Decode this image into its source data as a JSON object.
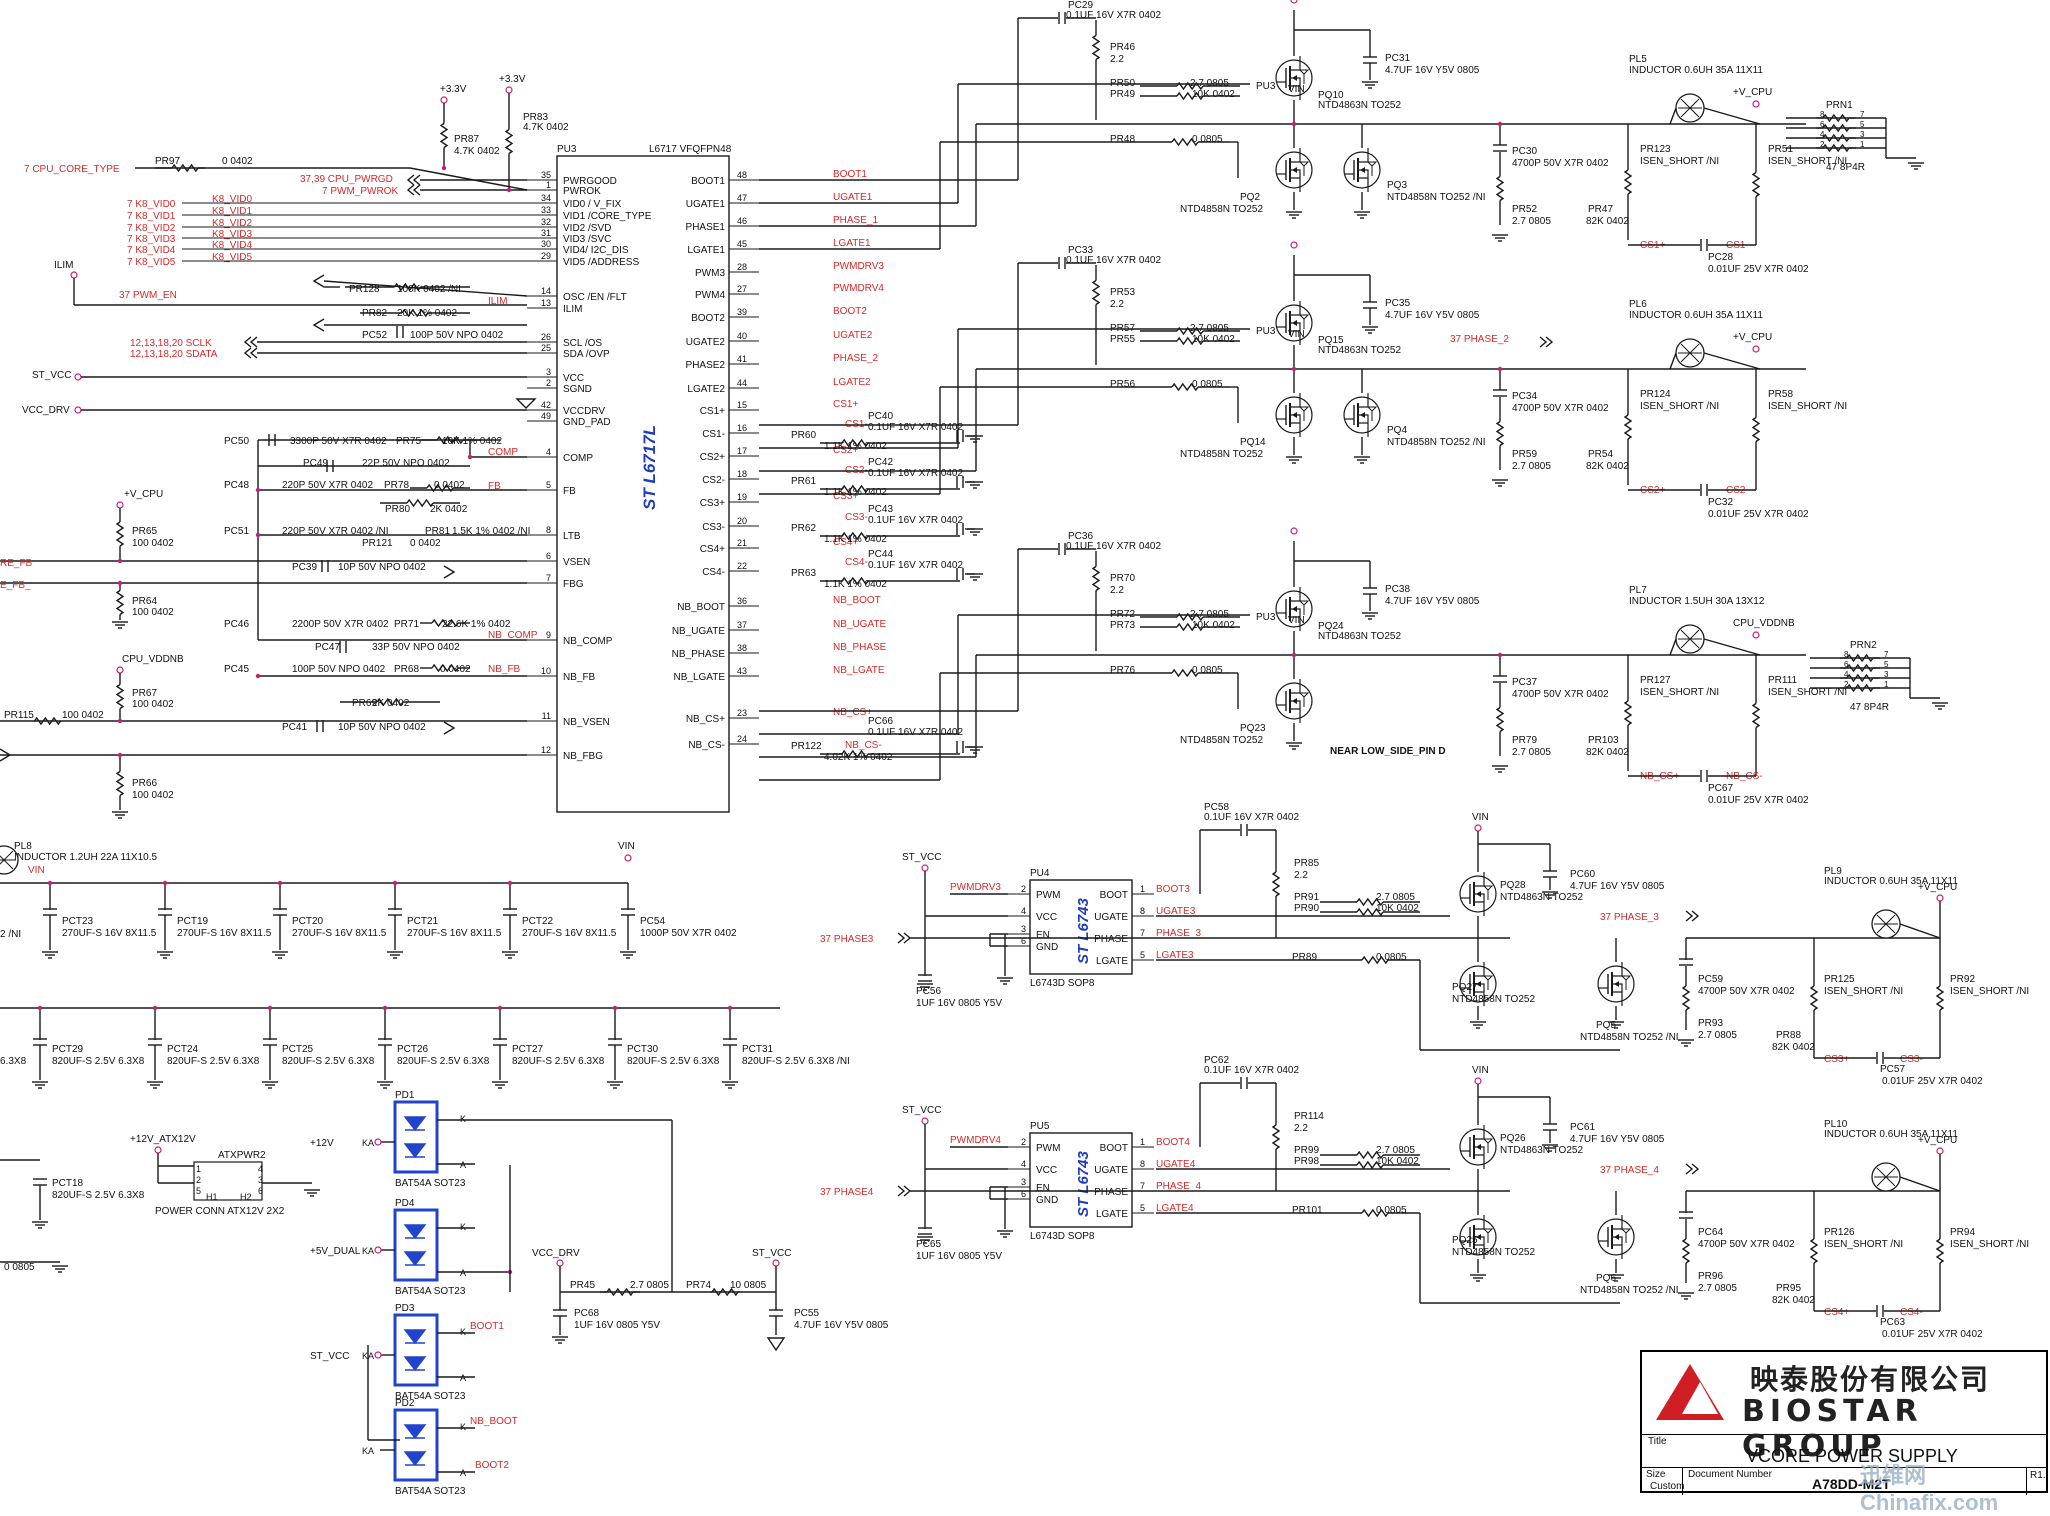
{
  "title_block": {
    "company_cn": "映泰股份有限公司",
    "company_en": "BIOSTAR GROUP",
    "title_label": "Title",
    "title": "VCORE POWER SUPPLY",
    "size_label": "Size",
    "size": "Custom",
    "doc_number_label": "Document Number",
    "doc_number": "A78DD-M2T",
    "rev": "R1.",
    "logo_color": "#d01f24"
  },
  "watermark": "迅维网 Chinafix.com",
  "ic_pu3": {
    "ref": "PU3",
    "part": "L6717 VFQFPN48",
    "brand": "ST L6717L",
    "left_pins": [
      {
        "num": "35",
        "name": "PWRGOOD"
      },
      {
        "num": "1",
        "name": "PWROK"
      },
      {
        "num": "34",
        "name": "VID0 / V_FIX"
      },
      {
        "num": "33",
        "name": "VID1 /CORE_TYPE"
      },
      {
        "num": "32",
        "name": "VID2 /SVD"
      },
      {
        "num": "31",
        "name": "VID3 /SVC"
      },
      {
        "num": "30",
        "name": "VID4/ I2C_DIS"
      },
      {
        "num": "29",
        "name": "VID5 /ADDRESS"
      },
      {
        "num": "14",
        "name": "OSC /EN /FLT"
      },
      {
        "num": "13",
        "name": "ILIM"
      },
      {
        "num": "26",
        "name": "SCL /OS"
      },
      {
        "num": "25",
        "name": "SDA /OVP"
      },
      {
        "num": "3",
        "name": "VCC"
      },
      {
        "num": "2",
        "name": "SGND"
      },
      {
        "num": "42",
        "name": "VCCDRV"
      },
      {
        "num": "49",
        "name": "GND_PAD"
      },
      {
        "num": "4",
        "name": "COMP"
      },
      {
        "num": "5",
        "name": "FB"
      },
      {
        "num": "8",
        "name": "LTB"
      },
      {
        "num": "6",
        "name": "VSEN"
      },
      {
        "num": "7",
        "name": "FBG"
      },
      {
        "num": "9",
        "name": "NB_COMP"
      },
      {
        "num": "10",
        "name": "NB_FB"
      },
      {
        "num": "11",
        "name": "NB_VSEN"
      },
      {
        "num": "12",
        "name": "NB_FBG"
      }
    ],
    "right_pins": [
      {
        "num": "48",
        "name": "BOOT1",
        "net": "BOOT1"
      },
      {
        "num": "47",
        "name": "UGATE1",
        "net": "UGATE1"
      },
      {
        "num": "46",
        "name": "PHASE1",
        "net": "PHASE_1"
      },
      {
        "num": "45",
        "name": "LGATE1",
        "net": "LGATE1"
      },
      {
        "num": "28",
        "name": "PWM3",
        "net": "PWMDRV3"
      },
      {
        "num": "27",
        "name": "PWM4",
        "net": "PWMDRV4"
      },
      {
        "num": "39",
        "name": "BOOT2",
        "net": "BOOT2"
      },
      {
        "num": "40",
        "name": "UGATE2",
        "net": "UGATE2"
      },
      {
        "num": "41",
        "name": "PHASE2",
        "net": "PHASE_2"
      },
      {
        "num": "44",
        "name": "LGATE2",
        "net": "LGATE2"
      },
      {
        "num": "15",
        "name": "CS1+",
        "net": "CS1+"
      },
      {
        "num": "16",
        "name": "CS1-",
        "net": ""
      },
      {
        "num": "17",
        "name": "CS2+",
        "net": "CS2+"
      },
      {
        "num": "18",
        "name": "CS2-",
        "net": ""
      },
      {
        "num": "19",
        "name": "CS3+",
        "net": "CS3+"
      },
      {
        "num": "20",
        "name": "CS3-",
        "net": ""
      },
      {
        "num": "21",
        "name": "CS4+",
        "net": "CS4+"
      },
      {
        "num": "22",
        "name": "CS4-",
        "net": ""
      },
      {
        "num": "36",
        "name": "NB_BOOT",
        "net": "NB_BOOT"
      },
      {
        "num": "37",
        "name": "NB_UGATE",
        "net": "NB_UGATE"
      },
      {
        "num": "38",
        "name": "NB_PHASE",
        "net": "NB_PHASE"
      },
      {
        "num": "43",
        "name": "NB_LGATE",
        "net": "NB_LGATE"
      },
      {
        "num": "23",
        "name": "NB_CS+",
        "net": "NB_CS+"
      },
      {
        "num": "24",
        "name": "NB_CS-",
        "net": ""
      }
    ]
  },
  "left_nets": {
    "cpu_core_type": "7  CPU_CORE_TYPE",
    "pr97": "PR97",
    "pr97_val": "0 0402",
    "pwrgd": "37,39  CPU_PWRGD",
    "pwm_pwrok": "7  PWM_PWROK",
    "vids": [
      "7  K8_VID0",
      "7  K8_VID1",
      "7  K8_VID2",
      "7  K8_VID3",
      "7  K8_VID4",
      "7  K8_VID5"
    ],
    "vid_nets": [
      "K8_VID0",
      "K8_VID1",
      "K8_VID2",
      "K8_VID3",
      "K8_VID4",
      "K8_VID5"
    ],
    "ilim": "ILIM",
    "ilim_net": "ILIM",
    "pwm_en": "37  PWM_EN",
    "sclk": "12,13,18,20  SCLK",
    "sdata": "12,13,18,20  SDATA",
    "st_vcc": "ST_VCC",
    "vcc_drv": "VCC_DRV",
    "p33a": "+3.3V",
    "p33b": "+3.3V",
    "pr87": "PR87",
    "pr87_val": "4.7K 0402",
    "pr83": "PR83",
    "pr83_val": "4.7K 0402",
    "pr128": "PR128",
    "pr128_val": "100K 0402 /NI",
    "pr82": "PR82",
    "pr82_val": "20K 1% 0402",
    "pc52": "PC52",
    "pc52_val": "100P 50V NPO 0402",
    "vcpu": "+V_CPU",
    "cpu_vddnb": "CPU_VDDNB",
    "re_fb": "RE_FB",
    "re_fb2": "E_FB_",
    "pr65": "PR65",
    "pr65_val": "100 0402",
    "pr64": "PR64",
    "pr64_val": "100 0402",
    "pr67": "PR67",
    "pr67_val": "100 0402",
    "pr66": "PR66",
    "pr66_val": "100 0402",
    "pr115": "PR115",
    "pr115_val": "100 0402"
  },
  "comp_network": {
    "pc50": "PC50",
    "pc50_val": "3300P 50V X7R 0402",
    "pr75": "PR75",
    "pr75_val": "10K 1% 0402",
    "comp": "COMP",
    "pc49": "PC49",
    "pc49_val": "22P 50V NPO 0402",
    "pc48": "PC48",
    "pc48_val": "220P 50V X7R 0402",
    "pr78": "PR78",
    "pr78_val": "0 0402",
    "fb": "FB",
    "pr80": "PR80",
    "pr80_val": "2K 0402",
    "pc51": "PC51",
    "pc51_val": "220P 50V X7R 0402 /NI",
    "pr81": "PR81",
    "pr81_val": "1.5K 1% 0402 /NI",
    "pr121": "PR121",
    "pr121_val": "0 0402",
    "pc39": "PC39",
    "pc39_val": "10P 50V NPO 0402",
    "pc46": "PC46",
    "pc46_val": "2200P 50V X7R 0402",
    "pr71": "PR71",
    "pr71_val": "22.6K 1% 0402",
    "nb_comp": "NB_COMP",
    "pc47": "PC47",
    "pc47_val": "33P 50V NPO 0402",
    "pc45": "PC45",
    "pc45_val": "100P 50V NPO 0402",
    "pr68": "PR68",
    "pr68_val": "0 0402",
    "nb_fb": "NB_FB",
    "pr69": "PR69",
    "pr69_val": "2K 0402",
    "pc41": "PC41",
    "pc41_val": "10P 50V NPO 0402"
  },
  "cs_network": [
    {
      "pr": "PR60",
      "pr_val": "1.1K 1% 0402",
      "pc": "PC40",
      "pc_val": "0.1UF 16V X7R 0402",
      "net": "CS1-"
    },
    {
      "pr": "PR61",
      "pr_val": "1.1K 1% 0402",
      "pc": "PC42",
      "pc_val": "0.1UF 16V X7R 0402",
      "net": "CS2-"
    },
    {
      "pr": "PR62",
      "pr_val": "1.1K 1% 0402",
      "pc": "PC43",
      "pc_val": "0.1UF 16V X7R 0402",
      "net": "CS3-"
    },
    {
      "pr": "PR63",
      "pr_val": "1.1K 1% 0402",
      "pc": "PC44",
      "pc_val": "0.1UF 16V X7R 0402",
      "net": "CS4-"
    },
    {
      "pr": "PR122",
      "pr_val": "4.02K 1% 0402",
      "pc": "PC66",
      "pc_val": "0.1UF 16V X7R 0402",
      "net": "NB_CS-"
    }
  ],
  "phases": [
    {
      "boot_cap": "PC29",
      "boot_cap_val": "0.1UF 16V X7R 0402",
      "boot_res": "PR46",
      "boot_res_val": "2.2",
      "gate_res_a": "PR50",
      "gate_res_a_val": "2.7 0805",
      "gate_res_b": "PR49",
      "gate_res_b_val": "10K 0402",
      "low_res": "PR48",
      "low_res_val": "0 0805",
      "vin": "VIN",
      "hs": "PQ10",
      "hs_val": "NTD4863N TO252",
      "ls_a": "PQ2",
      "ls_a_val": "NTD4858N TO252",
      "ls_b": "PQ3",
      "ls_b_val": "NTD4858N TO252 /NI",
      "vin_cap": "PC31",
      "vin_cap_val": "4.7UF 16V Y5V 0805",
      "snub_cap": "PC30",
      "snub_cap_val": "4700P 50V X7R 0402",
      "snub_res": "PR52",
      "snub_res_val": "2.7 0805",
      "inductor": "PL5",
      "inductor_val": "INDUCTOR 0.6UH 35A 11X11",
      "isen_a": "PR123",
      "isen_a_val": "ISEN_SHORT /NI",
      "isen_b": "PR51",
      "isen_b_val": "ISEN_SHORT /NI",
      "cs_res": "PR47",
      "cs_res_val": "82K 0402",
      "cs_cap": "PC28",
      "cs_cap_val": "0.01UF 25V X7R 0402",
      "cs_p": "CS1+",
      "cs_n": "CS1-",
      "vout": "+V_CPU",
      "phase_net": ""
    },
    {
      "boot_cap": "PC33",
      "boot_cap_val": "0.1UF 16V X7R 0402",
      "boot_res": "PR53",
      "boot_res_val": "2.2",
      "gate_res_a": "PR57",
      "gate_res_a_val": "2.7 0805",
      "gate_res_b": "PR55",
      "gate_res_b_val": "10K 0402",
      "low_res": "PR56",
      "low_res_val": "0 0805",
      "vin": "VIN",
      "hs": "PQ15",
      "hs_val": "NTD4863N TO252",
      "ls_a": "PQ14",
      "ls_a_val": "NTD4858N TO252",
      "ls_b": "PQ4",
      "ls_b_val": "NTD4858N TO252 /NI",
      "vin_cap": "PC35",
      "vin_cap_val": "4.7UF 16V Y5V 0805",
      "snub_cap": "PC34",
      "snub_cap_val": "4700P 50V X7R 0402",
      "snub_res": "PR59",
      "snub_res_val": "2.7 0805",
      "inductor": "PL6",
      "inductor_val": "INDUCTOR 0.6UH 35A 11X11",
      "isen_a": "PR124",
      "isen_a_val": "ISEN_SHORT /NI",
      "isen_b": "PR58",
      "isen_b_val": "ISEN_SHORT /NI",
      "cs_res": "PR54",
      "cs_res_val": "82K 0402",
      "cs_cap": "PC32",
      "cs_cap_val": "0.01UF 25V X7R 0402",
      "cs_p": "CS2+",
      "cs_n": "CS2-",
      "vout": "+V_CPU",
      "phase_net": "37  PHASE_2"
    },
    {
      "boot_cap": "PC36",
      "boot_cap_val": "0.1UF 16V X7R 0402",
      "boot_res": "PR70",
      "boot_res_val": "2.2",
      "gate_res_a": "PR72",
      "gate_res_a_val": "2.7 0805",
      "gate_res_b": "PR73",
      "gate_res_b_val": "10K 0402",
      "low_res": "PR76",
      "low_res_val": "0 0805",
      "vin": "VIN",
      "hs": "PQ24",
      "hs_val": "NTD4863N TO252",
      "ls_a": "PQ23",
      "ls_a_val": "NTD4858N TO252",
      "ls_b": "",
      "ls_b_val": "",
      "vin_cap": "PC38",
      "vin_cap_val": "4.7UF 16V Y5V 0805",
      "snub_cap": "PC37",
      "snub_cap_val": "4700P 50V X7R 0402",
      "snub_res": "PR79",
      "snub_res_val": "2.7 0805",
      "inductor": "PL7",
      "inductor_val": "INDUCTOR 1.5UH 30A 13X12",
      "isen_a": "PR127",
      "isen_a_val": "ISEN_SHORT /NI",
      "isen_b": "PR111",
      "isen_b_val": "ISEN_SHORT /NI",
      "cs_res": "PR103",
      "cs_res_val": "82K 0402",
      "cs_cap": "PC67",
      "cs_cap_val": "0.01UF 25V X7R 0402",
      "cs_p": "NB_CS+",
      "cs_n": "NB_CS-",
      "vout": "CPU_VDDNB",
      "phase_net": ""
    }
  ],
  "near_low_side": "NEAR LOW_SIDE_PIN D",
  "prn1": {
    "ref": "PRN1",
    "val": "47 8P4R",
    "pins": [
      "8",
      "7",
      "6",
      "5",
      "4",
      "3",
      "2",
      "1"
    ]
  },
  "prn2": {
    "ref": "PRN2",
    "val": "47 8P4R",
    "pins": [
      "8",
      "7",
      "6",
      "5",
      "4",
      "3",
      "2",
      "1"
    ]
  },
  "drivers": [
    {
      "ref": "PU4",
      "brand": "ST L6743",
      "part": "L6743D SOP8",
      "st_vcc": "ST_VCC",
      "pwm_net": "PWMDRV3",
      "phase_in": "37  PHASE3",
      "pins_left": [
        {
          "num": "2",
          "name": "PWM"
        },
        {
          "num": "4",
          "name": "VCC"
        },
        {
          "num": "3",
          "name": "EN"
        },
        {
          "num": "6",
          "name": "GND"
        }
      ],
      "pins_right": [
        {
          "num": "1",
          "name": "BOOT",
          "net": "BOOT3"
        },
        {
          "num": "8",
          "name": "UGATE",
          "net": "UGATE3"
        },
        {
          "num": "7",
          "name": "PHASE",
          "net": "PHASE_3"
        },
        {
          "num": "5",
          "name": "LGATE",
          "net": "LGATE3"
        }
      ],
      "vcc_cap": "PC56",
      "vcc_cap_val": "1UF 16V 0805 Y5V",
      "boot_cap": "PC58",
      "boot_cap_val": "0.1UF 16V X7R 0402",
      "boot_res": "PR85",
      "boot_res_val": "2.2",
      "gate_res_a": "PR91",
      "gate_res_a_val": "2.7 0805",
      "gate_res_b": "PR90",
      "gate_res_b_val": "10K 0402",
      "low_res": "PR89",
      "low_res_val": "0 0805",
      "vin": "VIN",
      "hs": "PQ28",
      "hs_val": "NTD4863N TO252",
      "ls_a": "PQ27",
      "ls_a_val": "NTD4858N TO252",
      "ls_b": "PQ5",
      "ls_b_val": "NTD4858N TO252 /NI",
      "vin_cap": "PC60",
      "vin_cap_val": "4.7UF 16V Y5V 0805",
      "snub_cap": "PC59",
      "snub_cap_val": "4700P 50V X7R 0402",
      "snub_res": "PR93",
      "snub_res_val": "2.7 0805",
      "phase_net": "37  PHASE_3",
      "inductor": "PL9",
      "inductor_val": "INDUCTOR 0.6UH 35A 11X11",
      "vout": "+V_CPU",
      "isen_a": "PR125",
      "isen_a_val": "ISEN_SHORT /NI",
      "isen_b": "PR92",
      "isen_b_val": "ISEN_SHORT /NI",
      "cs_res": "PR88",
      "cs_res_val": "82K 0402",
      "cs_cap": "PC57",
      "cs_cap_val": "0.01UF 25V X7R 0402",
      "cs_p": "CS3+",
      "cs_n": "CS3-"
    },
    {
      "ref": "PU5",
      "brand": "ST L6743",
      "part": "L6743D SOP8",
      "st_vcc": "ST_VCC",
      "pwm_net": "PWMDRV4",
      "phase_in": "37  PHASE4",
      "pins_left": [
        {
          "num": "2",
          "name": "PWM"
        },
        {
          "num": "4",
          "name": "VCC"
        },
        {
          "num": "3",
          "name": "EN"
        },
        {
          "num": "6",
          "name": "GND"
        }
      ],
      "pins_right": [
        {
          "num": "1",
          "name": "BOOT",
          "net": "BOOT4"
        },
        {
          "num": "8",
          "name": "UGATE",
          "net": "UGATE4"
        },
        {
          "num": "7",
          "name": "PHASE",
          "net": "PHASE_4"
        },
        {
          "num": "5",
          "name": "LGATE",
          "net": "LGATE4"
        }
      ],
      "vcc_cap": "PC65",
      "vcc_cap_val": "1UF 16V 0805 Y5V",
      "boot_cap": "PC62",
      "boot_cap_val": "0.1UF 16V X7R 0402",
      "boot_res": "PR114",
      "boot_res_val": "2.2",
      "gate_res_a": "PR99",
      "gate_res_a_val": "2.7 0805",
      "gate_res_b": "PR98",
      "gate_res_b_val": "10K 0402",
      "low_res": "PR101",
      "low_res_val": "0 0805",
      "vin": "VIN",
      "hs": "PQ26",
      "hs_val": "NTD4863N TO252",
      "ls_a": "PQ25",
      "ls_a_val": "NTD4858N TO252",
      "ls_b": "PQ6",
      "ls_b_val": "NTD4858N TO252 /NI",
      "vin_cap": "PC61",
      "vin_cap_val": "4.7UF 16V Y5V 0805",
      "snub_cap": "PC64",
      "snub_cap_val": "4700P 50V X7R 0402",
      "snub_res": "PR96",
      "snub_res_val": "2.7 0805",
      "phase_net": "37  PHASE_4",
      "inductor": "PL10",
      "inductor_val": "INDUCTOR 0.6UH 35A 11X11",
      "vout": "+V_CPU",
      "isen_a": "PR126",
      "isen_a_val": "ISEN_SHORT /NI",
      "isen_b": "PR94",
      "isen_b_val": "ISEN_SHORT /NI",
      "cs_res": "PR95",
      "cs_res_val": "82K 0402",
      "cs_cap": "PC63",
      "cs_cap_val": "0.01UF 25V X7R 0402",
      "cs_p": "CS4+",
      "cs_n": "CS4-"
    }
  ],
  "input_filter": {
    "pl8": "PL8",
    "pl8_val": "INDUCTOR 1.2UH 22A 11X10.5",
    "vin": "VIN",
    "vin2": "VIN",
    "left_cut": "2 /NI",
    "caps": [
      {
        "ref": "PCT23",
        "val": "270UF-S 16V 8X11.5"
      },
      {
        "ref": "PCT19",
        "val": "270UF-S 16V 8X11.5"
      },
      {
        "ref": "PCT20",
        "val": "270UF-S 16V 8X11.5"
      },
      {
        "ref": "PCT21",
        "val": "270UF-S 16V 8X11.5"
      },
      {
        "ref": "PCT22",
        "val": "270UF-S 16V 8X11.5"
      }
    ],
    "pc54": "PC54",
    "pc54_val": "1000P 50V X7R 0402"
  },
  "output_caps": {
    "left_cut": "6.3X8",
    "caps": [
      {
        "ref": "PCT29",
        "val": "820UF-S 2.5V 6.3X8"
      },
      {
        "ref": "PCT24",
        "val": "820UF-S 2.5V 6.3X8"
      },
      {
        "ref": "PCT25",
        "val": "820UF-S 2.5V 6.3X8"
      },
      {
        "ref": "PCT26",
        "val": "820UF-S 2.5V 6.3X8"
      },
      {
        "ref": "PCT27",
        "val": "820UF-S 2.5V 6.3X8"
      },
      {
        "ref": "PCT30",
        "val": "820UF-S 2.5V 6.3X8"
      },
      {
        "ref": "PCT31",
        "val": "820UF-S 2.5V 6.3X8 /NI"
      }
    ]
  },
  "bottom_left": {
    "pct18": "PCT18",
    "pct18_val": "820UF-S 2.5V 6.3X8",
    "r0805": "0 0805",
    "p12v_atx": "+12V_ATX12V",
    "atxpwr": "ATXPWR2",
    "atx_pins": [
      "1",
      "2",
      "5",
      "4",
      "3",
      "6"
    ],
    "atx_h1": "H1",
    "atx_h2": "H2",
    "atx_desc": "POWER CONN ATX12V 2X2"
  },
  "diodes": [
    {
      "ref": "PD1",
      "val": "BAT54A SOT23",
      "src": "+12V",
      "ka": "KA",
      "k": "K",
      "a": "A",
      "k_net": "",
      "a_net": ""
    },
    {
      "ref": "PD4",
      "val": "BAT54A SOT23",
      "src": "+5V_DUAL",
      "ka": "KA",
      "k": "K",
      "a": "A",
      "k_net": "",
      "a_net": ""
    },
    {
      "ref": "PD3",
      "val": "BAT54A SOT23",
      "src": "ST_VCC",
      "ka": "KA",
      "k": "K",
      "a": "A",
      "k_net": "BOOT1",
      "a_net": ""
    },
    {
      "ref": "PD2",
      "val": "BAT54A SOT23",
      "src": "",
      "ka": "KA",
      "k": "K",
      "a": "A",
      "k_net": "NB_BOOT",
      "a_net": "BOOT2"
    }
  ],
  "supply_filter": {
    "vcc_drv": "VCC_DRV",
    "st_vcc": "ST_VCC",
    "pr45": "PR45",
    "pr45_val": "2.7 0805",
    "pr74": "PR74",
    "pr74_val": "10 0805",
    "pc68": "PC68",
    "pc68_val": "1UF 16V 0805 Y5V",
    "pc55": "PC55",
    "pc55_val": "4.7UF 16V Y5V 0805"
  },
  "colors": {
    "wire": "#1a1a1a",
    "net": "#d62a2a",
    "ic_brand": "#1d3dbd",
    "diode": "#2244cc"
  }
}
